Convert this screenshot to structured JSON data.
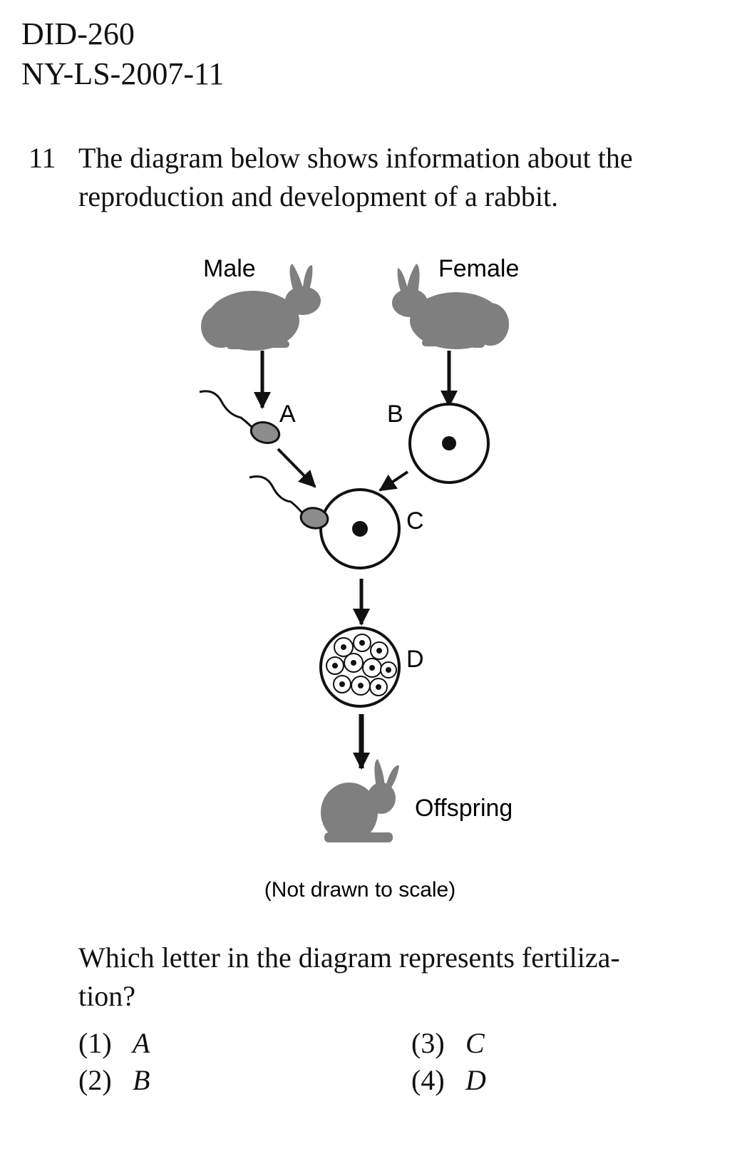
{
  "header": {
    "id": "DID-260",
    "source": "NY-LS-2007-11"
  },
  "question": {
    "number": "11",
    "intro_line1": "The diagram below shows information about the",
    "intro_line2": "reproduction and development of a rabbit.",
    "ask_line1": "Which letter in the diagram represents fertiliza-",
    "ask_line2": "tion?"
  },
  "diagram": {
    "labels": {
      "male": "Male",
      "female": "Female",
      "a": "A",
      "b": "B",
      "c": "C",
      "d": "D",
      "offspring": "Offspring",
      "scale_note": "(Not drawn to scale)"
    },
    "colors": {
      "rabbit": "#7f7f7f",
      "sperm": "#8c8c8c",
      "ink": "#111111"
    }
  },
  "choices": [
    {
      "number": "(1)",
      "letter": "A"
    },
    {
      "number": "(2)",
      "letter": "B"
    },
    {
      "number": "(3)",
      "letter": "C"
    },
    {
      "number": "(4)",
      "letter": "D"
    }
  ]
}
